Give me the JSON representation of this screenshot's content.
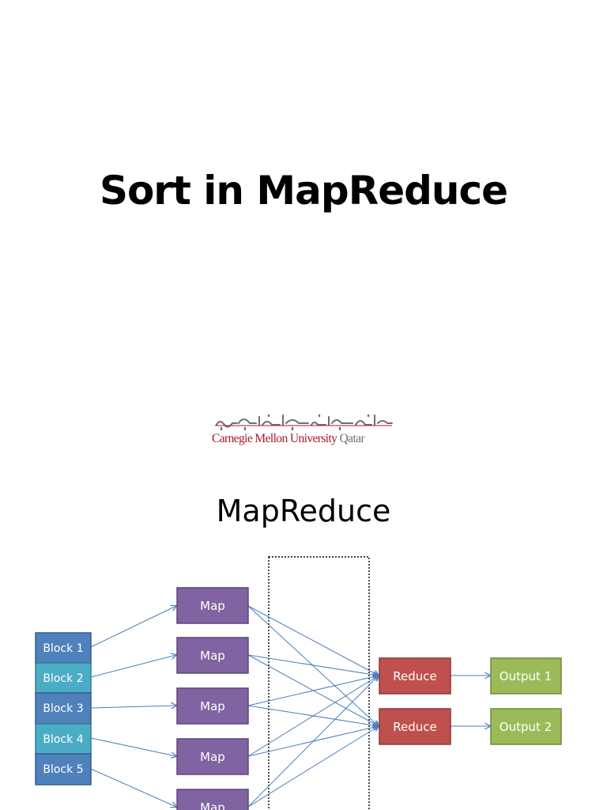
{
  "slide1": {
    "title": "Sort in MapReduce",
    "logo": {
      "arabic": "جامعة كارنيجي ميلون في قطر",
      "university": "Carnegie Mellon University",
      "campus": "Qatar"
    }
  },
  "slide2": {
    "title": "MapReduce",
    "blocks": [
      "Block 1",
      "Block 2",
      "Block 3",
      "Block 4",
      "Block 5"
    ],
    "maps": [
      "Map",
      "Map",
      "Map",
      "Map",
      "Map"
    ],
    "reducers": [
      "Reduce",
      "Reduce"
    ],
    "outputs": [
      "Output 1",
      "Output 2"
    ]
  },
  "colors": {
    "block_dark": "#4f81bd",
    "block_light": "#4bacc6",
    "map": "#8064a2",
    "reduce": "#c0504d",
    "output": "#9bbb59",
    "arrow": "#4a7ebb",
    "logo_red": "#a6192e",
    "logo_gray": "#6d6e71"
  }
}
